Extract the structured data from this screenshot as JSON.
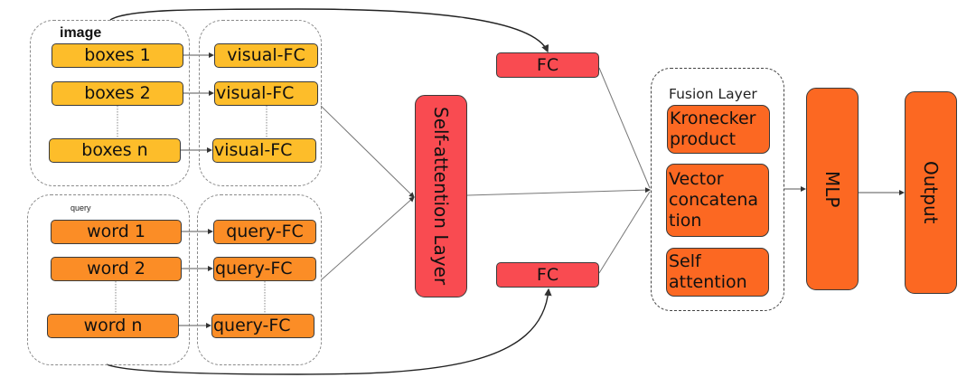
{
  "diagram": {
    "groups": {
      "image": {
        "label": "image"
      },
      "query": {
        "label": "query"
      },
      "fusion": {
        "label": "Fusion Layer"
      }
    },
    "image_inputs": [
      "boxes 1",
      "boxes 2",
      "boxes n"
    ],
    "visual_fc": [
      "visual-FC",
      "visual-FC",
      "visual-FC"
    ],
    "query_inputs": [
      "word 1",
      "word 2",
      "word n"
    ],
    "query_fc": [
      "query-FC",
      "query-FC",
      "query-FC"
    ],
    "self_attention": "Self-attention Layer",
    "fc_top": "FC",
    "fc_bottom": "FC",
    "fusion_ops": [
      {
        "line1": "Kronecker",
        "line2": "product",
        "line3": ""
      },
      {
        "line1": "Vector",
        "line2": "concatena",
        "line3": "tion"
      },
      {
        "line1": "Self",
        "line2": "attention",
        "line3": ""
      }
    ],
    "mlp": "MLP",
    "output": "Output",
    "colors": {
      "image_nodes": "#fdbd2a",
      "query_nodes": "#fb8d26",
      "attention_nodes": "#f94b51",
      "fusion_nodes": "#fc6822"
    }
  }
}
